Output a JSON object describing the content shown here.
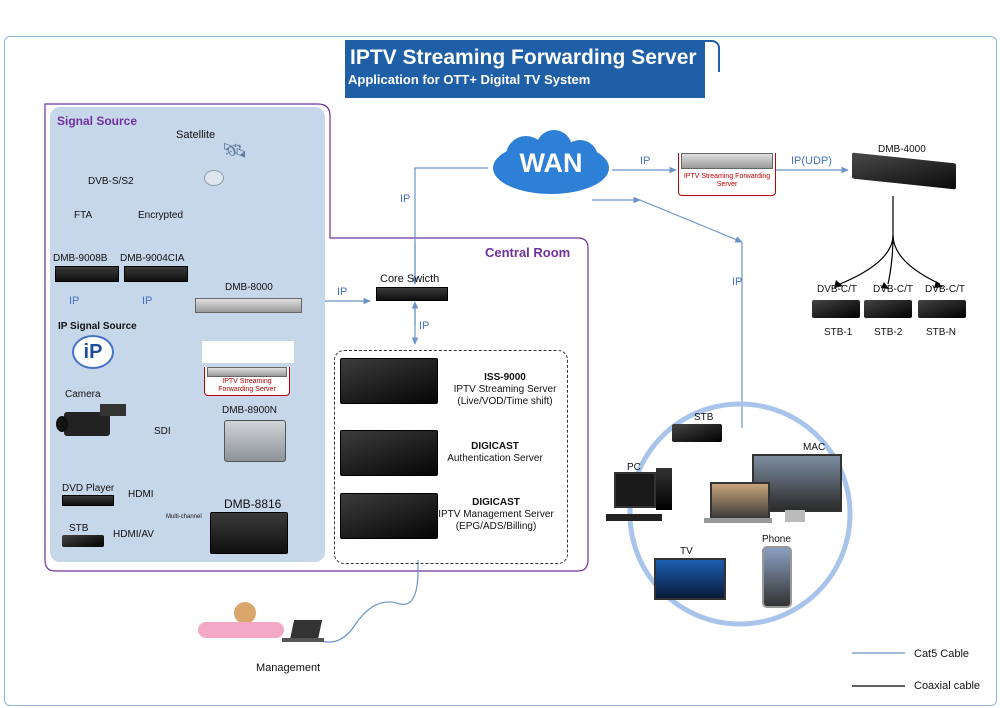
{
  "title": "IPTV Streaming Forwarding Server",
  "subtitle": "Application for OTT+ Digital TV System",
  "colors": {
    "banner": "#1f5fa8",
    "region_title": "#7030a0",
    "ip_line": "#4472c4",
    "signal_bg": "#c6d7ea",
    "forwarding_label": "#c00000"
  },
  "signal_source": {
    "title": "Signal Source",
    "satellite": "Satellite",
    "dvb": "DVB-S/S2",
    "fta": "FTA",
    "encrypted": "Encrypted",
    "rx1": "DMB-9008B",
    "rx2": "DMB-9004CIA",
    "ip_source": "IP Signal Source",
    "encoder_main": "DMB-8000",
    "camera": "Camera",
    "encoder_sdi": "DMB-8900N",
    "sdi": "SDI",
    "dvd": "DVD Player",
    "hdmi": "HDMI",
    "stb": "STB",
    "hdmi_av": "HDMI/AV",
    "multichannel": "Multi-channel",
    "encoder_multi": "DMB-8816"
  },
  "forwarding_label": "IPTV Streaming Forwarding Server",
  "central_room": {
    "title": "Central Room",
    "core_switch": "Core Swicth",
    "servers": [
      {
        "model": "ISS-9000",
        "line1": "IPTV Streaming Server",
        "line2": "(Live/VOD/Time shift)"
      },
      {
        "model": "DIGICAST",
        "line1": "Authentication Server",
        "line2": ""
      },
      {
        "model": "DIGICAST",
        "line1": "IPTV Management Server",
        "line2": "(EPG/ADS/Billing)"
      }
    ]
  },
  "ip_label": "IP",
  "ip_udp_label": "IP(UDP)",
  "wan": "WAN",
  "cable_side": {
    "device": "DMB-4000",
    "dvb_c": "DVB-C/T",
    "stbs": [
      "STB-1",
      "STB-2",
      "STB-N"
    ]
  },
  "ott_devices": {
    "stb": "STB",
    "mac": "MAC",
    "pc": "PC",
    "tv": "TV",
    "phone": "Phone"
  },
  "management": "Management",
  "legend": {
    "cat5": "Cat5 Cable",
    "coax": "Coaxial cable"
  }
}
